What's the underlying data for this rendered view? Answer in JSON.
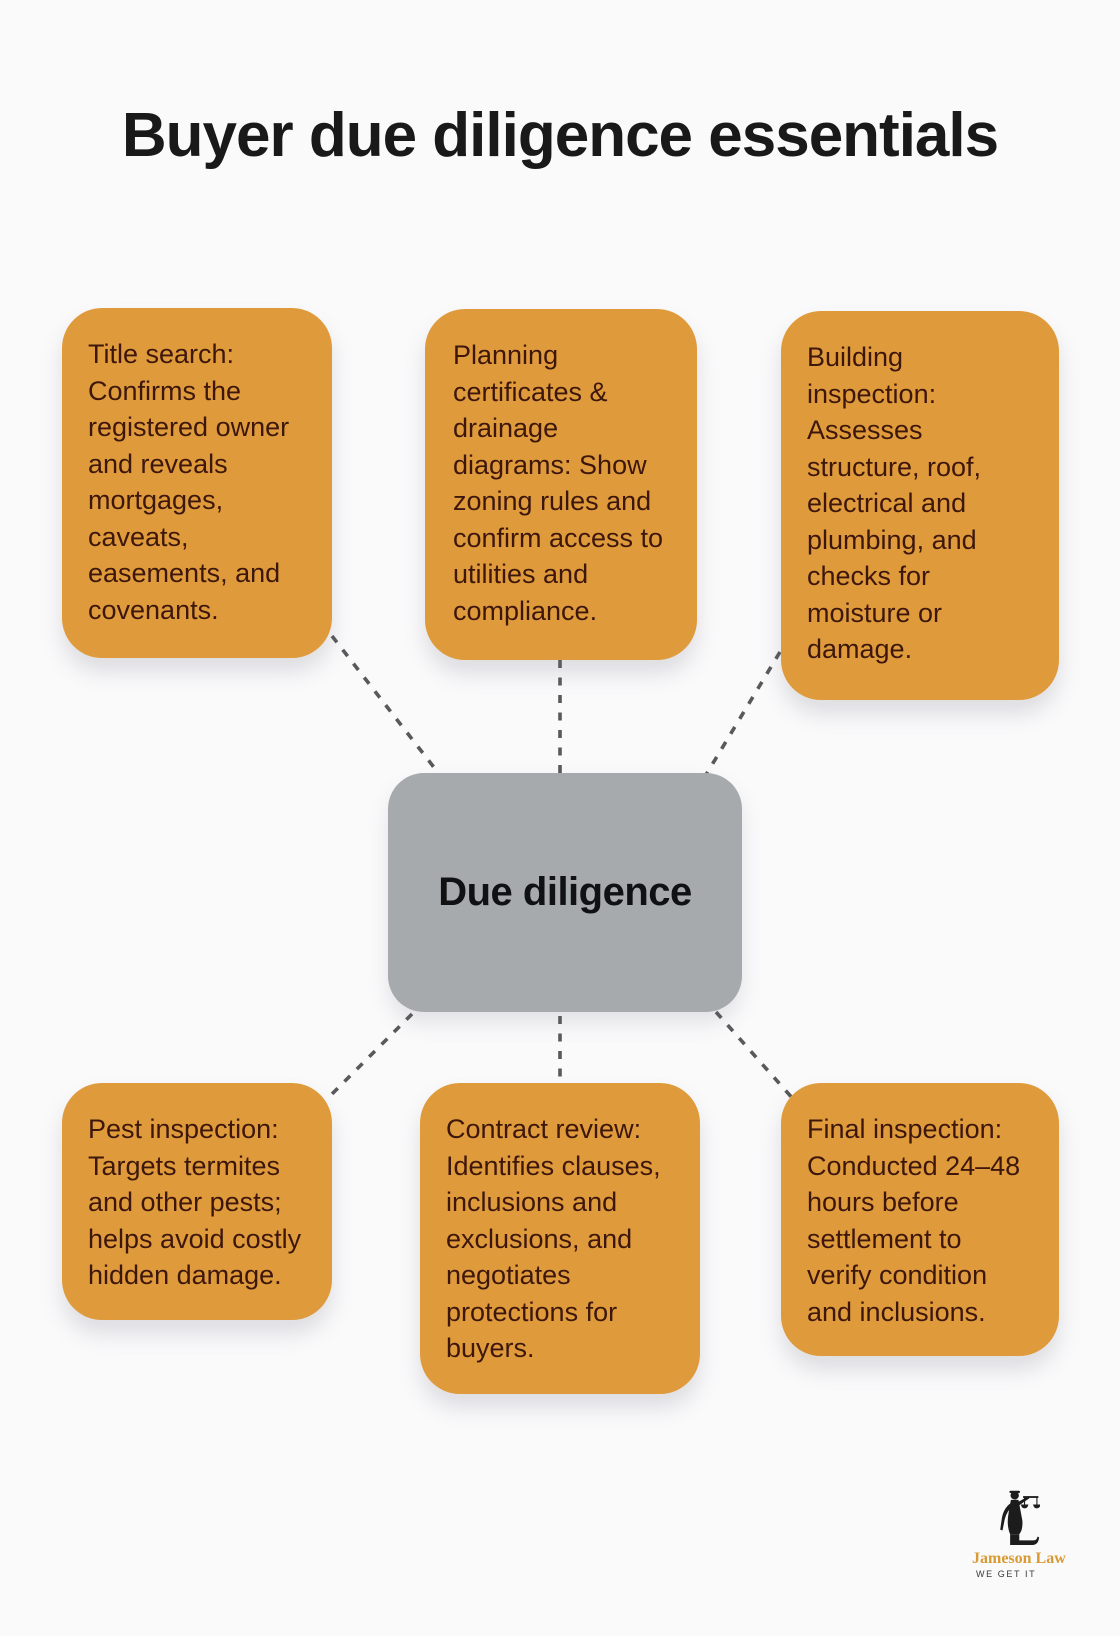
{
  "title": "Buyer due diligence essentials",
  "center": {
    "label": "Due diligence"
  },
  "cards": [
    {
      "id": "title-search",
      "text": "Title search: Confirms the registered owner and reveals mortgages, caveats, easements, and covenants."
    },
    {
      "id": "planning-certificates",
      "text": "Planning certificates & drainage diagrams: Show zoning rules and confirm access to utilities and compliance."
    },
    {
      "id": "building-inspection",
      "text": "Building inspection: Assesses structure, roof, electrical and plumbing, and checks for moisture or damage."
    },
    {
      "id": "pest-inspection",
      "text": "Pest inspection: Targets termites and other pests; helps avoid costly hidden damage."
    },
    {
      "id": "contract-review",
      "text": "Contract review: Identifies clauses, inclusions and exclusions, and negotiates protections for buyers."
    },
    {
      "id": "final-inspection",
      "text": "Final inspection: Conducted 24–48 hours before settlement to verify condition and inclusions."
    }
  ],
  "logo": {
    "icon": "lady-justice-icon",
    "name": "Jameson Law",
    "tagline": "WE GET IT"
  },
  "colors": {
    "background": "#fafafb",
    "card_orange": "#df9b3b",
    "card_text": "#3e170c",
    "center_gray": "#a7aaac",
    "center_text": "#101113",
    "connector_gray": "#58595b",
    "brand_gold": "#d99a33",
    "title_black": "#191919"
  }
}
